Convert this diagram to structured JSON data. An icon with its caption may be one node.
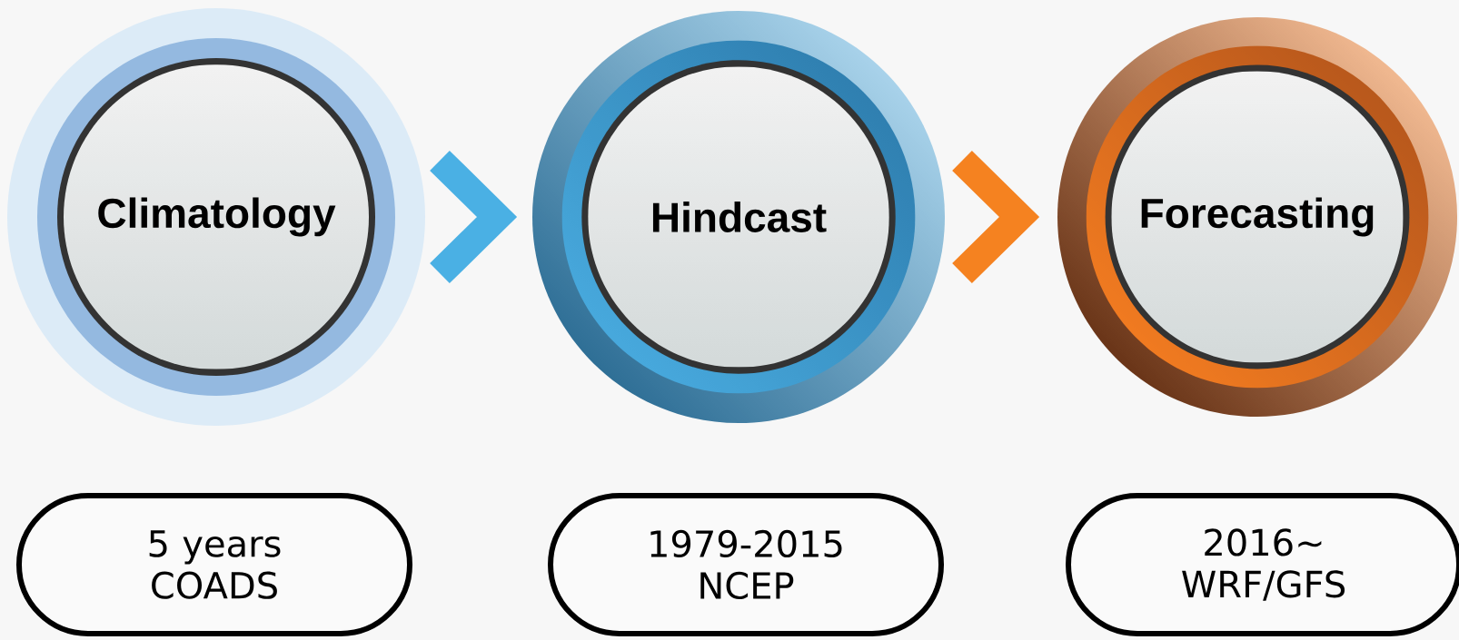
{
  "diagram": {
    "nodes": [
      {
        "text": [
          "Climatology"
        ]
      },
      {
        "text": [
          "Hindcast"
        ]
      },
      {
        "text": [
          "Forecasting"
        ]
      },
      {
        "text": [
          "5 years COADS"
        ]
      },
      {
        "text": [
          "1979-2015 NCEP"
        ]
      },
      {
        "text": [
          "2016~ WRF/GFS"
        ]
      }
    ],
    "edges": [
      {
        "from": 0,
        "to": 1,
        "arrow": "to",
        "color": "#4ab0e4"
      },
      {
        "from": 1,
        "to": 2,
        "arrow": "to",
        "color": "#f58220"
      }
    ]
  }
}
